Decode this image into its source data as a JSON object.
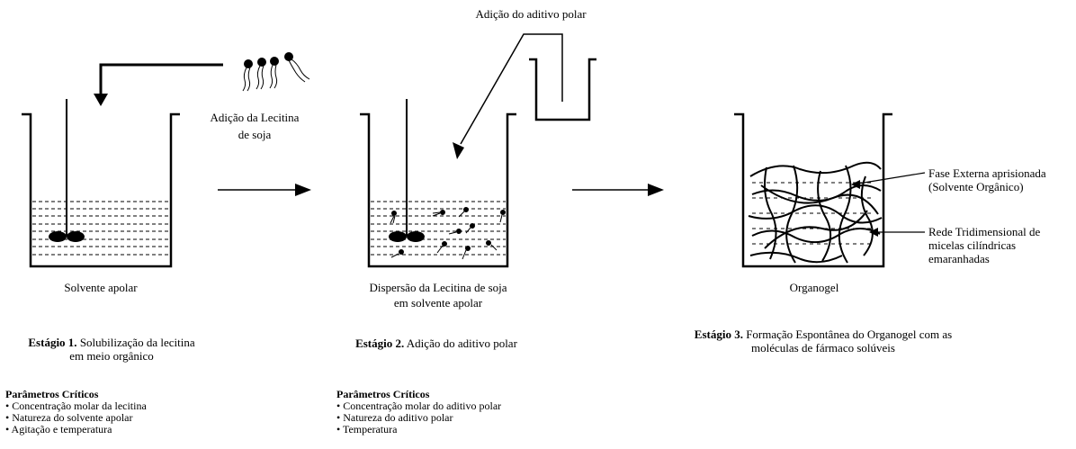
{
  "top_label": "Adição do aditivo polar",
  "lecithin_label": [
    "Adição da Lecitina",
    "de soja"
  ],
  "beaker_labels": {
    "b1": "Solvente apolar",
    "b2": [
      "Dispersão da Lecitina de soja",
      "em solvente apolar"
    ],
    "b3": "Organogel"
  },
  "annotations": {
    "phase": [
      "Fase Externa aprisionada",
      "(Solvente Orgânico)"
    ],
    "network": [
      "Rede Tridimensional de",
      "micelas cilíndricas",
      "emaranhadas"
    ]
  },
  "stages": [
    {
      "bold": "Estágio 1.",
      "text": "Solubilização da lecitina",
      "text2": "em meio orgânico"
    },
    {
      "bold": "Estágio 2.",
      "text": "Adição do aditivo polar"
    },
    {
      "bold": "Estágio 3.",
      "text": "Formação Espontânea do Organogel com as",
      "text2": "moléculas de fármaco solúveis"
    }
  ],
  "params": [
    {
      "title": "Parâmetros Críticos",
      "items": [
        "• Concentração molar da lecitina",
        "• Natureza do solvente apolar",
        "• Agitação e temperatura"
      ]
    },
    {
      "title": "Parâmetros Críticos",
      "items": [
        "• Concentração molar do aditivo polar",
        "• Natureza do aditivo polar",
        "• Temperatura"
      ]
    }
  ],
  "colors": {
    "ink": "#000000",
    "background": "#ffffff"
  }
}
